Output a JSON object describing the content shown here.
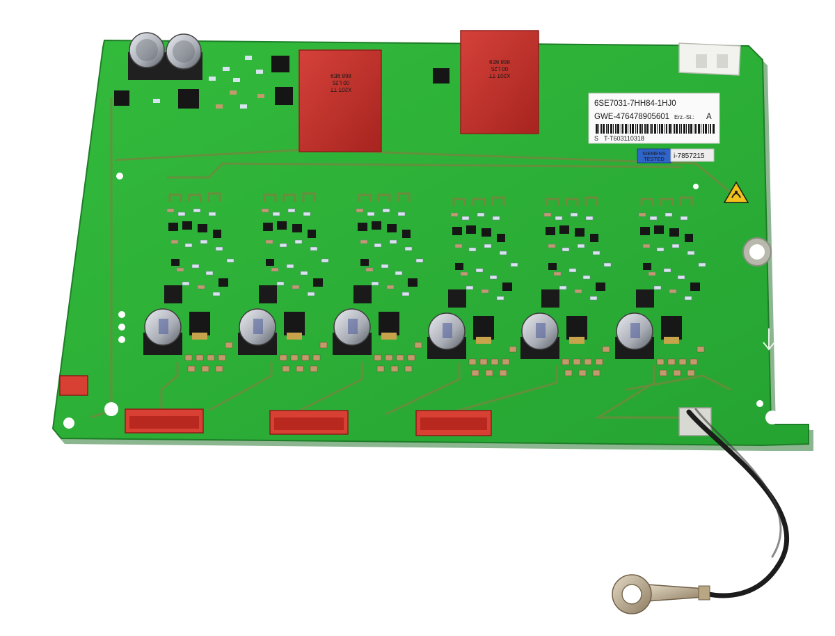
{
  "image": {
    "subject": "green printed circuit board",
    "background_color": "#ffffff",
    "board_color": "#2fb53a",
    "trace_color": "#6f8a3e",
    "capacitor_red": "#c8312a",
    "connector_red": "#d84034",
    "ground_wire_color": "#1c1c1c"
  },
  "label_sticker": {
    "part_number": "6SE7031-7HH84-1HJ0",
    "serial": "GWE-476478905601",
    "revision_label": "Erz.-St.:",
    "revision_value": "A",
    "s_prefix": "S",
    "test_code": "T-T603110318"
  },
  "tested_sticker": {
    "line1": "SIEMENS",
    "line2": "TESTED",
    "code": "i-7857215"
  },
  "box_capacitor_print": {
    "line1": "X20T TT",
    "line2": "00 L25",
    "line3": "868 9E9"
  },
  "icons": {
    "esd": "esd-warning-icon",
    "arrow": "arrow-down-icon"
  }
}
